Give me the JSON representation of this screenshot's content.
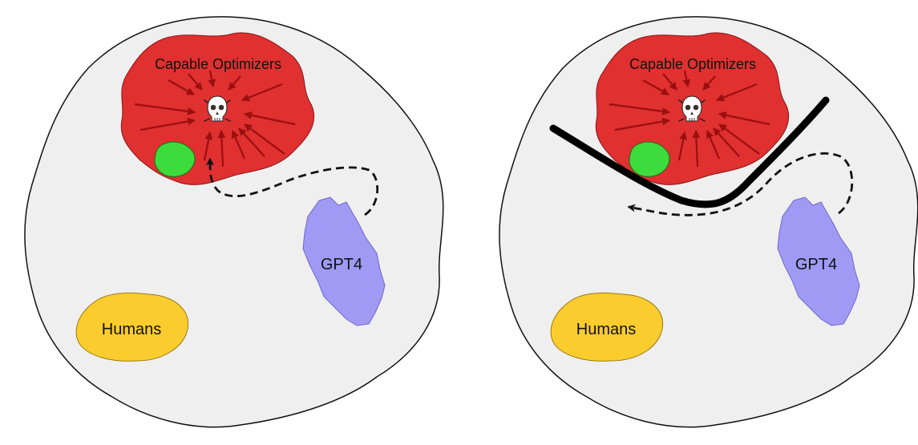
{
  "panels": [
    {
      "id": "left",
      "labels": {
        "optimizers": "Capable Optimizers",
        "gpt4": "GPT4",
        "humans": "Humans"
      },
      "barrier": false,
      "path": "into-optimizers"
    },
    {
      "id": "right",
      "labels": {
        "optimizers": "Capable Optimizers",
        "gpt4": "GPT4",
        "humans": "Humans"
      },
      "barrier": true,
      "path": "deflected"
    }
  ],
  "colors": {
    "space": "#efefef",
    "optimizers": "#e03030",
    "arrows": "#9b0f0f",
    "safe_region": "#3ddc3d",
    "gpt4": "#a09af5",
    "humans": "#fbcc2e",
    "outline": "#111111"
  },
  "icons": {
    "danger": "skull-icon"
  }
}
